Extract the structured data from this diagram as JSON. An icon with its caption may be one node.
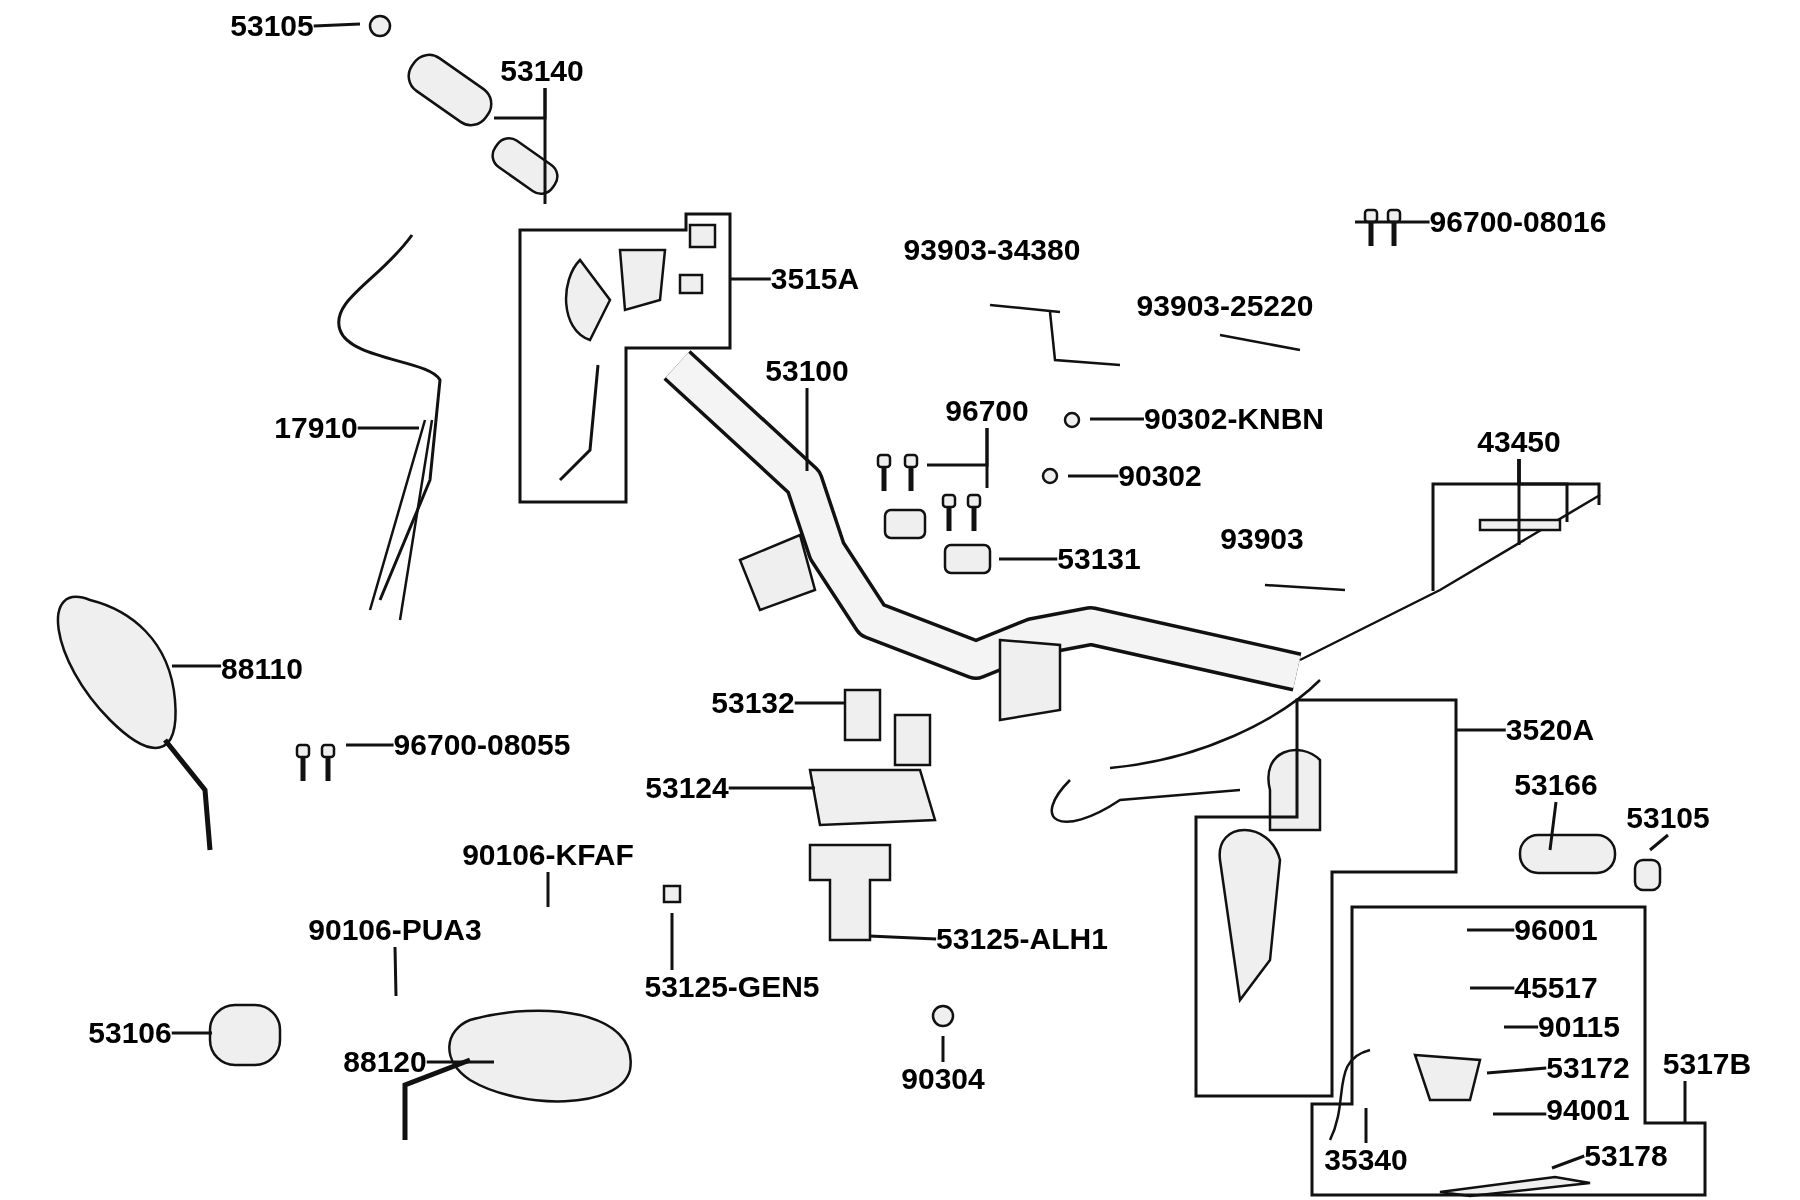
{
  "diagram": {
    "nodes": [
      {
        "text": [
          "53105"
        ]
      },
      {
        "text": [
          "53140"
        ]
      },
      {
        "text": [],
        "shape": "box"
      },
      {
        "text": [
          "3515A"
        ]
      },
      {
        "text": [
          "17910"
        ]
      },
      {
        "text": [
          "53100"
        ]
      },
      {
        "text": [
          "96700-08016"
        ]
      },
      {
        "text": [
          "96700"
        ]
      },
      {
        "text": [
          "90302-KNBN"
        ]
      },
      {
        "text": [
          "90302"
        ]
      },
      {
        "text": [
          "43450"
        ]
      },
      {
        "text": [
          "53131"
        ]
      },
      {
        "text": [
          "88110"
        ]
      },
      {
        "text": [
          "53132"
        ]
      },
      {
        "text": [
          "96700-08055"
        ]
      },
      {
        "text": [],
        "shape": "box"
      },
      {
        "text": [
          "3520A"
        ]
      },
      {
        "text": [
          "53166"
        ]
      },
      {
        "text": [
          "53105"
        ]
      },
      {
        "text": [
          "53124"
        ]
      },
      {
        "text": [
          "90106-KFAF"
        ]
      },
      {
        "text": [
          "90106-PUA3"
        ]
      },
      {
        "text": [
          "53125-ALH1"
        ]
      },
      {
        "text": [
          "53125-GEN5"
        ]
      },
      {
        "text": [],
        "shape": "box"
      },
      {
        "text": [
          "96001"
        ],
        "in": 24
      },
      {
        "text": [
          "45517"
        ],
        "in": 24
      },
      {
        "text": [
          "90115"
        ],
        "in": 24
      },
      {
        "text": [
          "53172"
        ],
        "in": 24
      },
      {
        "text": [
          "5317B"
        ]
      },
      {
        "text": [
          "94001"
        ],
        "in": 24
      },
      {
        "text": [
          "35340"
        ],
        "in": 24
      },
      {
        "text": [
          "53178"
        ],
        "in": 24
      },
      {
        "text": [
          "53106"
        ]
      },
      {
        "text": [
          "88120"
        ]
      },
      {
        "text": [
          "90304"
        ]
      }
    ],
    "edges": [
      {
        "from": 0,
        "to": null,
        "arrow": "none"
      },
      {
        "from": 1,
        "to": null,
        "arrow": "none"
      },
      {
        "from": 1,
        "to": null,
        "arrow": "none"
      },
      {
        "from": 3,
        "to": 2,
        "arrow": "none"
      },
      {
        "from": 4,
        "to": null,
        "arrow": "none"
      },
      {
        "from": 5,
        "to": null,
        "arrow": "none"
      },
      {
        "from": 6,
        "to": null,
        "arrow": "none"
      },
      {
        "from": 7,
        "to": null,
        "arrow": "none"
      },
      {
        "from": 7,
        "to": null,
        "arrow": "none"
      },
      {
        "from": 8,
        "to": null,
        "arrow": "none"
      },
      {
        "from": 9,
        "to": null,
        "arrow": "none"
      },
      {
        "from": 10,
        "to": null,
        "arrow": "none"
      },
      {
        "from": 10,
        "to": null,
        "arrow": "none"
      },
      {
        "from": 10,
        "to": null,
        "arrow": "none"
      },
      {
        "from": 10,
        "to": null,
        "arrow": "none"
      },
      {
        "from": 11,
        "to": null,
        "arrow": "none"
      },
      {
        "from": 12,
        "to": null,
        "arrow": "none"
      },
      {
        "from": 13,
        "to": null,
        "arrow": "none"
      },
      {
        "from": 14,
        "to": null,
        "arrow": "none"
      },
      {
        "from": 16,
        "to": 15,
        "arrow": "none"
      },
      {
        "from": 17,
        "to": null,
        "arrow": "none"
      },
      {
        "from": 18,
        "to": null,
        "arrow": "none"
      },
      {
        "from": 19,
        "to": null,
        "arrow": "none"
      },
      {
        "from": 20,
        "to": null,
        "arrow": "none"
      },
      {
        "from": 21,
        "to": null,
        "arrow": "none"
      },
      {
        "from": 22,
        "to": null,
        "arrow": "none"
      },
      {
        "from": 23,
        "to": null,
        "arrow": "none"
      },
      {
        "from": 25,
        "to": null,
        "arrow": "none"
      },
      {
        "from": 26,
        "to": null,
        "arrow": "none"
      },
      {
        "from": 27,
        "to": null,
        "arrow": "none"
      },
      {
        "from": 28,
        "to": null,
        "arrow": "none"
      },
      {
        "from": 29,
        "to": 24,
        "arrow": "none"
      },
      {
        "from": 30,
        "to": null,
        "arrow": "none"
      },
      {
        "from": 31,
        "to": null,
        "arrow": "none"
      },
      {
        "from": 32,
        "to": null,
        "arrow": "none"
      },
      {
        "from": 33,
        "to": null,
        "arrow": "none"
      },
      {
        "from": 34,
        "to": null,
        "arrow": "none"
      },
      {
        "from": 35,
        "to": null,
        "arrow": "none"
      }
    ],
    "labels": [
      "93903-34380",
      "93903-25220",
      "93903"
    ]
  }
}
